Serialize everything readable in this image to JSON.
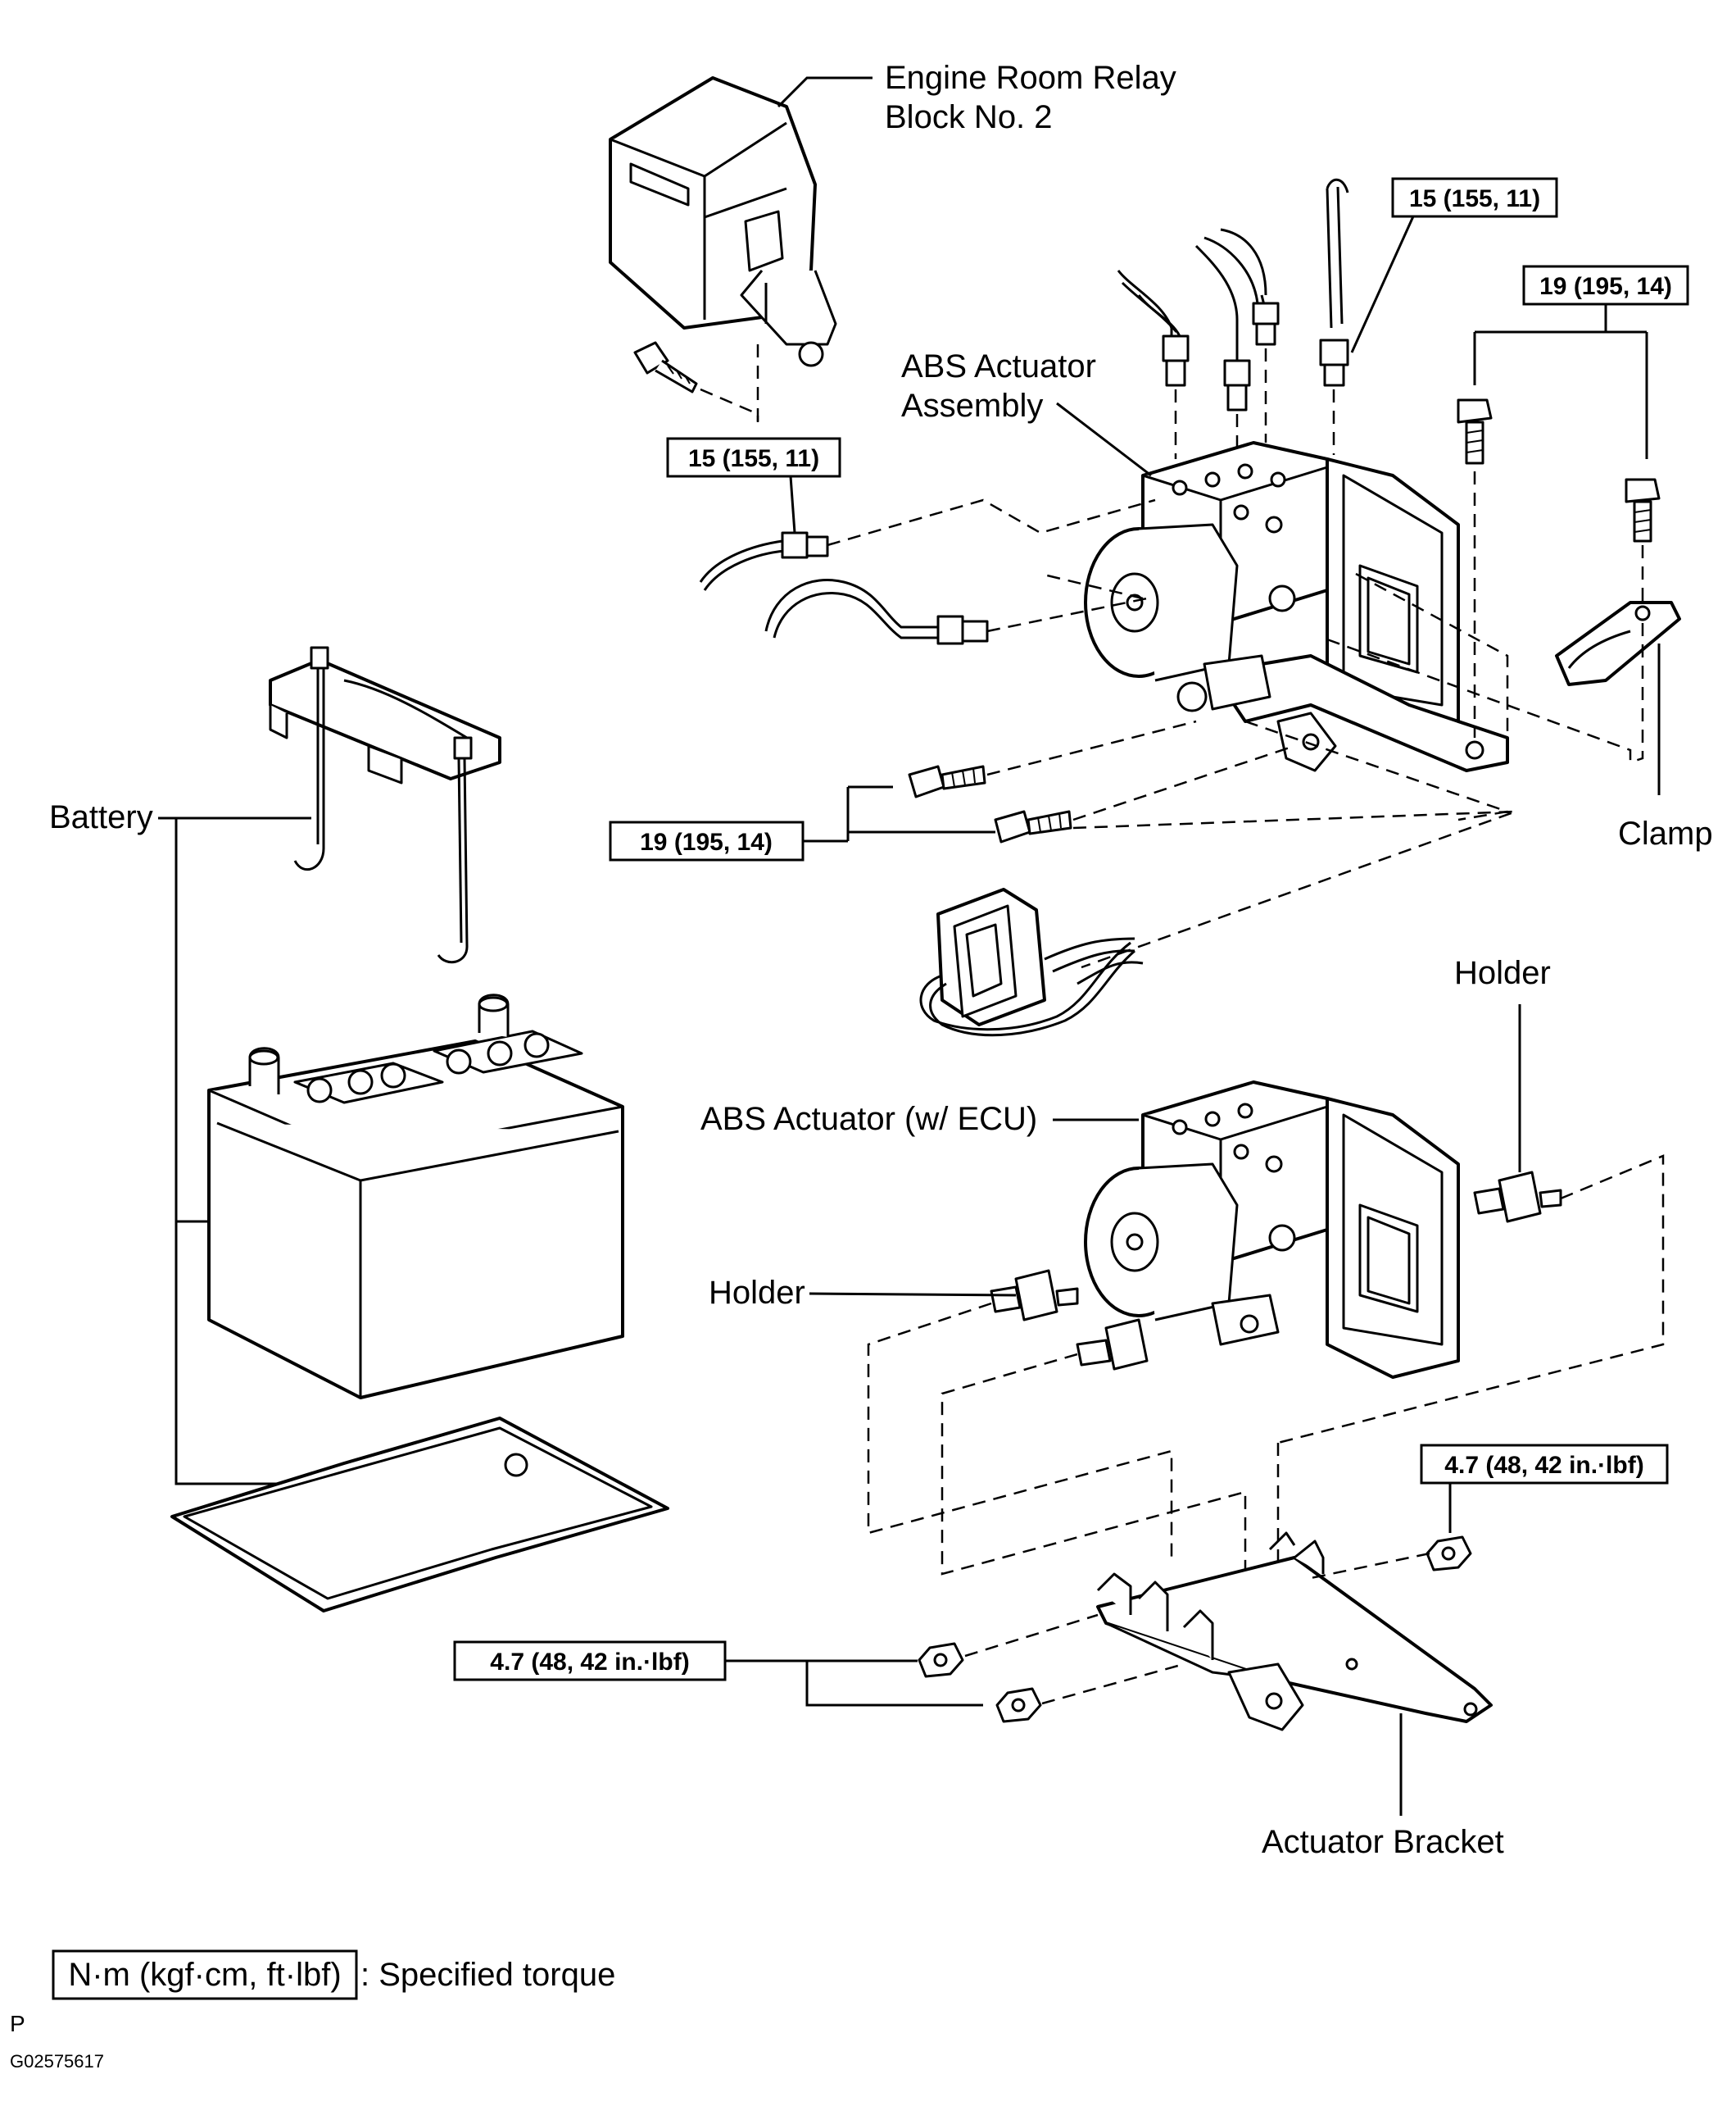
{
  "labels": {
    "relay_block_line1": "Engine Room Relay",
    "relay_block_line2": "Block No. 2",
    "abs_assembly_line1": "ABS Actuator",
    "abs_assembly_line2": "Assembly",
    "battery": "Battery",
    "clamp": "Clamp",
    "holder_right": "Holder",
    "holder_left": "Holder",
    "abs_actuator_ecu": "ABS Actuator (w/ ECU)",
    "actuator_bracket": "Actuator Bracket"
  },
  "torques": {
    "top_right_pipe": "15 (155, 11)",
    "top_right_bolts": "19 (195, 14)",
    "left_pipe": "15 (155, 11)",
    "mid_bolts": "19 (195, 14)",
    "right_nut": "4.7 (48, 42 in.·lbf)",
    "left_nuts": "4.7 (48, 42 in.·lbf)"
  },
  "legend": {
    "unit_box": "N·m (kgf·cm, ft·lbf)",
    "description": ": Specified torque",
    "marker": "P",
    "figure_code": "G02575617"
  }
}
